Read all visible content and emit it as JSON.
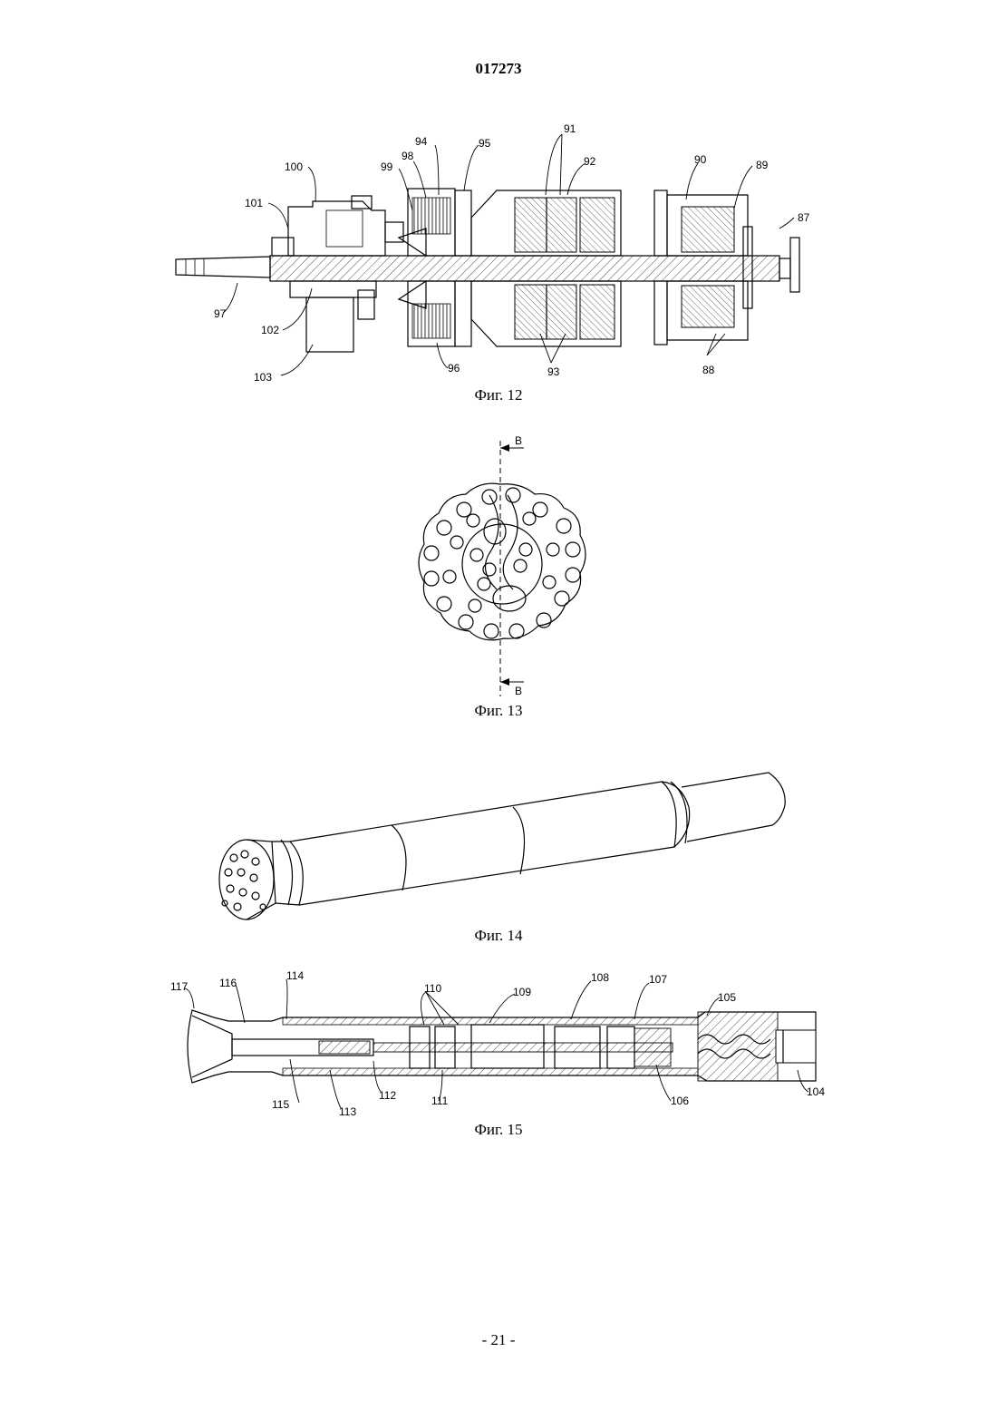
{
  "header": {
    "doc_number": "017273"
  },
  "footer": {
    "page": "- 21 -"
  },
  "figures": [
    {
      "caption": "Фиг. 12",
      "labels": [
        "87",
        "88",
        "89",
        "90",
        "91",
        "92",
        "93",
        "94",
        "95",
        "96",
        "97",
        "98",
        "99",
        "100",
        "101",
        "102",
        "103"
      ]
    },
    {
      "caption": "Фиг. 13",
      "section_marks": [
        "B",
        "B"
      ]
    },
    {
      "caption": "Фиг. 14"
    },
    {
      "caption": "Фиг. 15",
      "labels": [
        "104",
        "105",
        "106",
        "107",
        "108",
        "109",
        "110",
        "111",
        "112",
        "113",
        "114",
        "115",
        "116",
        "117"
      ]
    }
  ]
}
